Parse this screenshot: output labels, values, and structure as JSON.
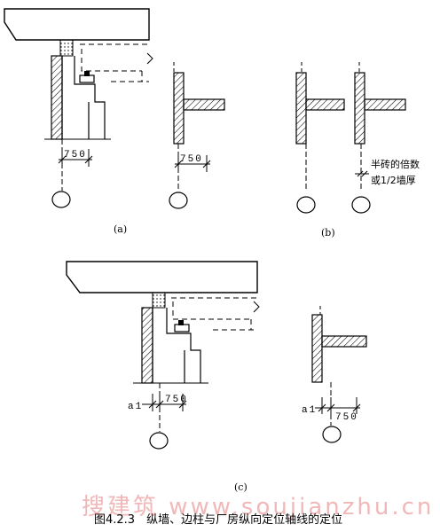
{
  "dimensions": {
    "d750": "750",
    "a1": "a1"
  },
  "labels": {
    "a": "(a)",
    "b": "(b)",
    "c": "(c)"
  },
  "notes": {
    "half_brick_line1": "半砖的倍数",
    "half_brick_line2": "或1/2墙厚"
  },
  "watermark": "搜建筑 www.soujianzhu.cn",
  "caption": "图4.2.3　纵墙、边柱与厂房纵向定位轴线的定位"
}
